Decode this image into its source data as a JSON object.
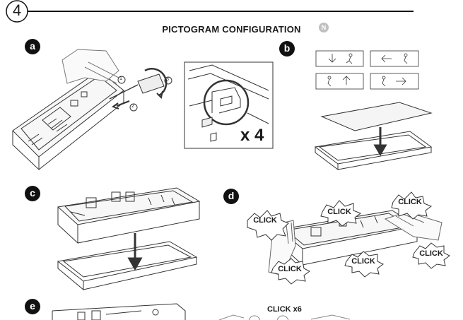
{
  "header": {
    "step_number": "4",
    "title": "PICTOGRAM CONFIGURATION",
    "badge": "N"
  },
  "steps": {
    "a": {
      "label": "a",
      "callouts": [
        "1",
        "2",
        "3"
      ],
      "multiplier": "x 4"
    },
    "b": {
      "label": "b"
    },
    "c": {
      "label": "c"
    },
    "d": {
      "label": "d",
      "clicks": [
        "CLICK",
        "CLICK",
        "CLICK",
        "CLICK",
        "CLICK",
        "CLICK"
      ]
    },
    "e": {
      "label": "e",
      "caption": "CLICK x6"
    }
  },
  "colors": {
    "ink": "#1a1a1a",
    "line": "#3a3a3a",
    "badge": "#bfbfbf",
    "panel_fill": "#f3f3f3"
  }
}
